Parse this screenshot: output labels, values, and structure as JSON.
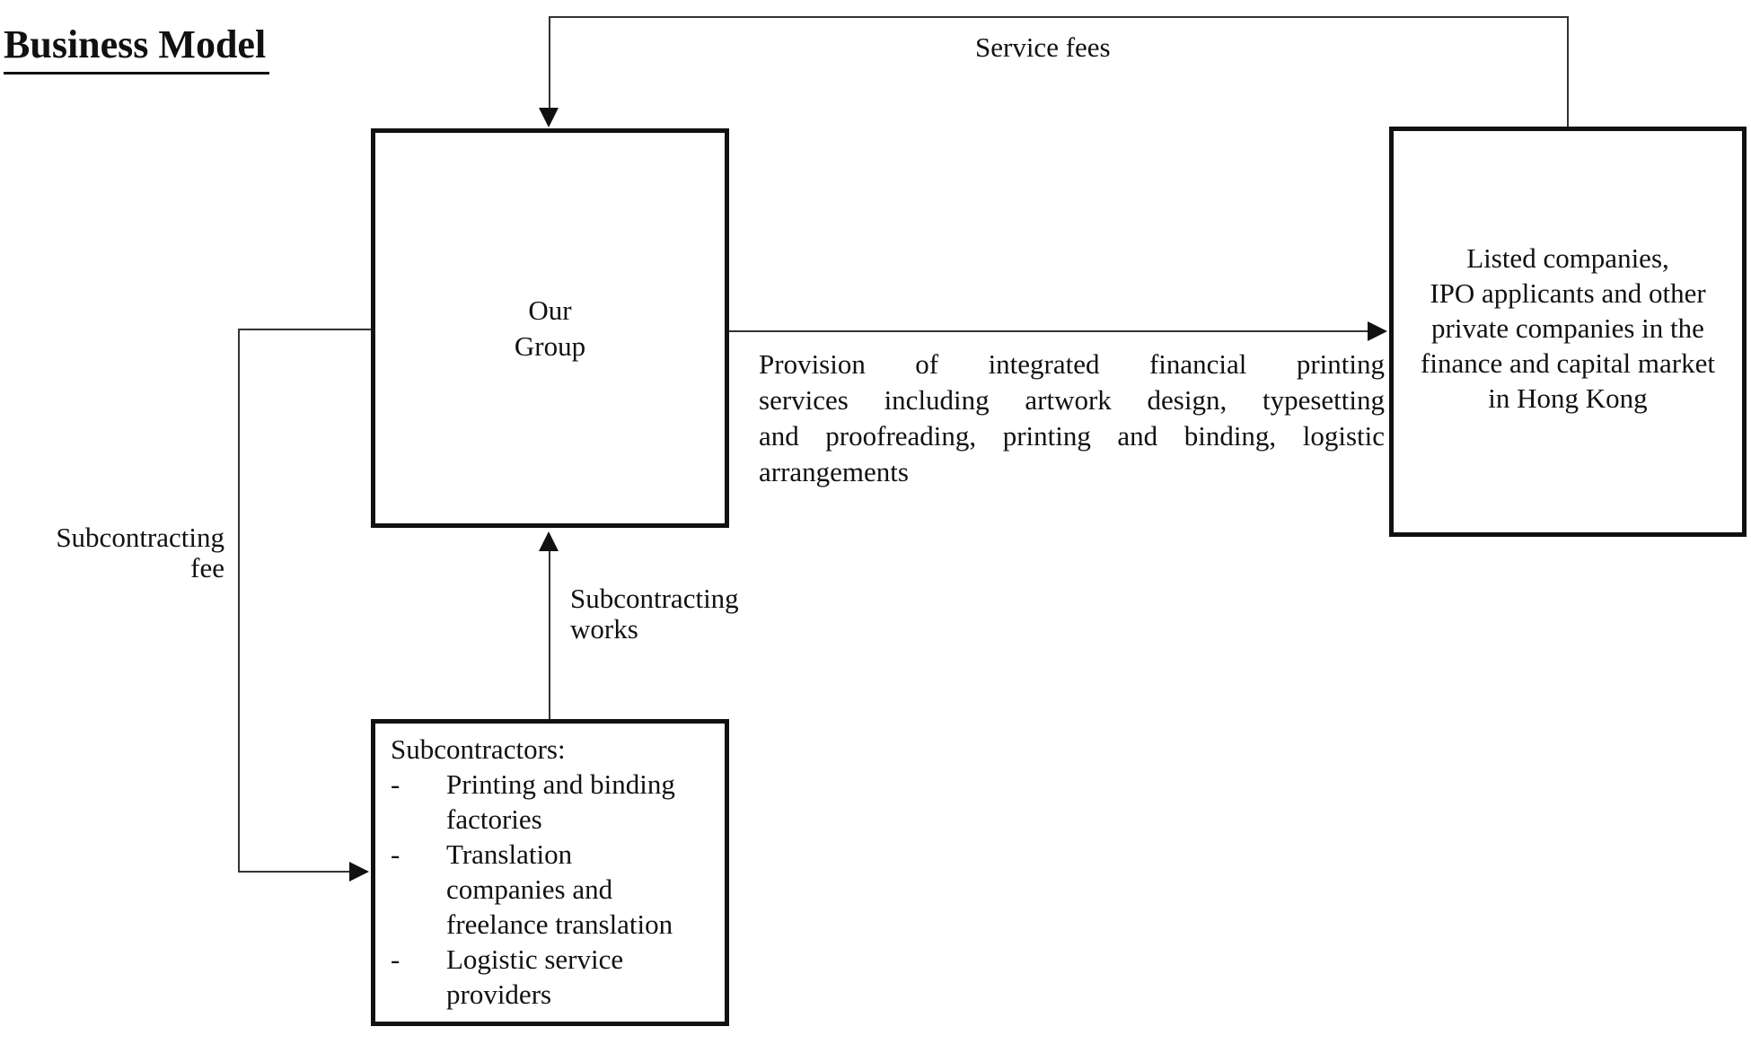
{
  "title": "Business Model",
  "colors": {
    "ink": "#111111",
    "background": "#ffffff"
  },
  "nodes": {
    "our_group": {
      "lines": [
        "Our",
        "Group"
      ]
    },
    "clients": {
      "lines": [
        "Listed companies,",
        "IPO applicants and other",
        "private companies in the",
        "finance and capital market",
        "in Hong Kong"
      ]
    },
    "subcontractors": {
      "heading": "Subcontractors:",
      "bullet": "-",
      "items": [
        {
          "lines": [
            "Printing and binding",
            "factories"
          ]
        },
        {
          "lines": [
            "Translation",
            "companies and",
            "freelance translation"
          ]
        },
        {
          "lines": [
            "Logistic service",
            "providers"
          ]
        }
      ]
    }
  },
  "edges": {
    "service_fees": {
      "label": "Service fees"
    },
    "provision": {
      "lines": [
        "Provision of integrated financial printing",
        "services including artwork design, typesetting",
        "and proofreading, printing and binding, logistic",
        "arrangements"
      ]
    },
    "subcontracting_works": {
      "lines": [
        "Subcontracting",
        "works"
      ]
    },
    "subcontracting_fee": {
      "lines": [
        "Subcontracting",
        "fee"
      ]
    }
  }
}
